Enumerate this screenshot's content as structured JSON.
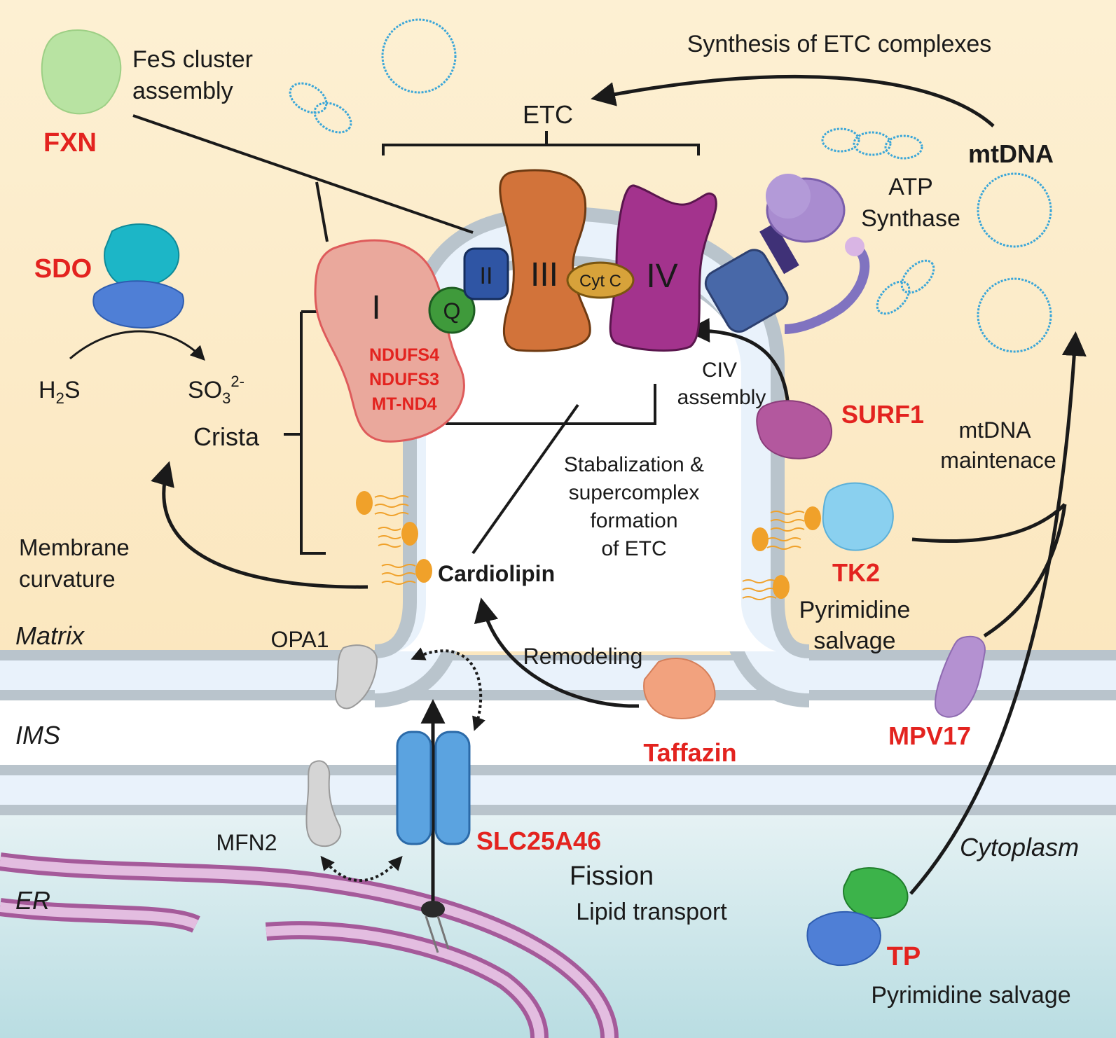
{
  "regions": {
    "matrix": "Matrix",
    "ims": "IMS",
    "er": "ER",
    "cytoplasm": "Cytoplasm"
  },
  "etc": {
    "label": "ETC",
    "synthesis_label": "Synthesis of ETC complexes",
    "complex_1": "I",
    "complex_2": "II",
    "complex_3": "III",
    "complex_4": "IV",
    "q": "Q",
    "cytc": "Cyt C",
    "complex_1_genes": [
      "NDUFS4",
      "NDUFS3",
      "MT-ND4"
    ]
  },
  "atp_synthase": {
    "line1": "ATP",
    "line2": "Synthase"
  },
  "mtdna": "mtDNA",
  "proteins": {
    "fxn": "FXN",
    "sdo": "SDO",
    "surf1": "SURF1",
    "tk2": "TK2",
    "mpv17": "MPV17",
    "taffazin": "Taffazin",
    "slc25a46": "SLC25A46",
    "tp": "TP",
    "opa1": "OPA1",
    "mfn2": "MFN2"
  },
  "labels": {
    "fes_line1": "FeS cluster",
    "fes_line2": "assembly",
    "h2s_main": "H",
    "h2s_sub": "2",
    "h2s_tail": "S",
    "so3_main": "SO",
    "so3_sub": "3",
    "so3_sup": "2-",
    "crista": "Crista",
    "membrane_line1": "Membrane",
    "membrane_line2": "curvature",
    "cardiolipin": "Cardiolipin",
    "stab_line1": "Stabalization &",
    "stab_line2": "supercomplex",
    "stab_line3": "formation",
    "stab_line4": "of ETC",
    "civ_line1": "CIV",
    "civ_line2": "assembly",
    "mtdna_maint_line1": "mtDNA",
    "mtdna_maint_line2": "maintenace",
    "pyr_line1": "Pyrimidine",
    "pyr_line2": "salvage",
    "remodeling": "Remodeling",
    "fission": "Fission",
    "lipid_transport": "Lipid transport",
    "tp_function": "Pyrimidine salvage"
  },
  "colors": {
    "matrix_bg": "#fbeccb",
    "cytoplasm_bg": "#cfe6ea",
    "membrane": "#b9c4cc",
    "membrane_inner": "#e9f2fb",
    "highlight_red": "#e3231f",
    "complex_1": "#eaa89c",
    "complex_2": "#2f55a4",
    "complex_3": "#d2733a",
    "complex_4": "#a3338d",
    "q": "#3f9a3b",
    "cytc": "#d7a23a"
  }
}
